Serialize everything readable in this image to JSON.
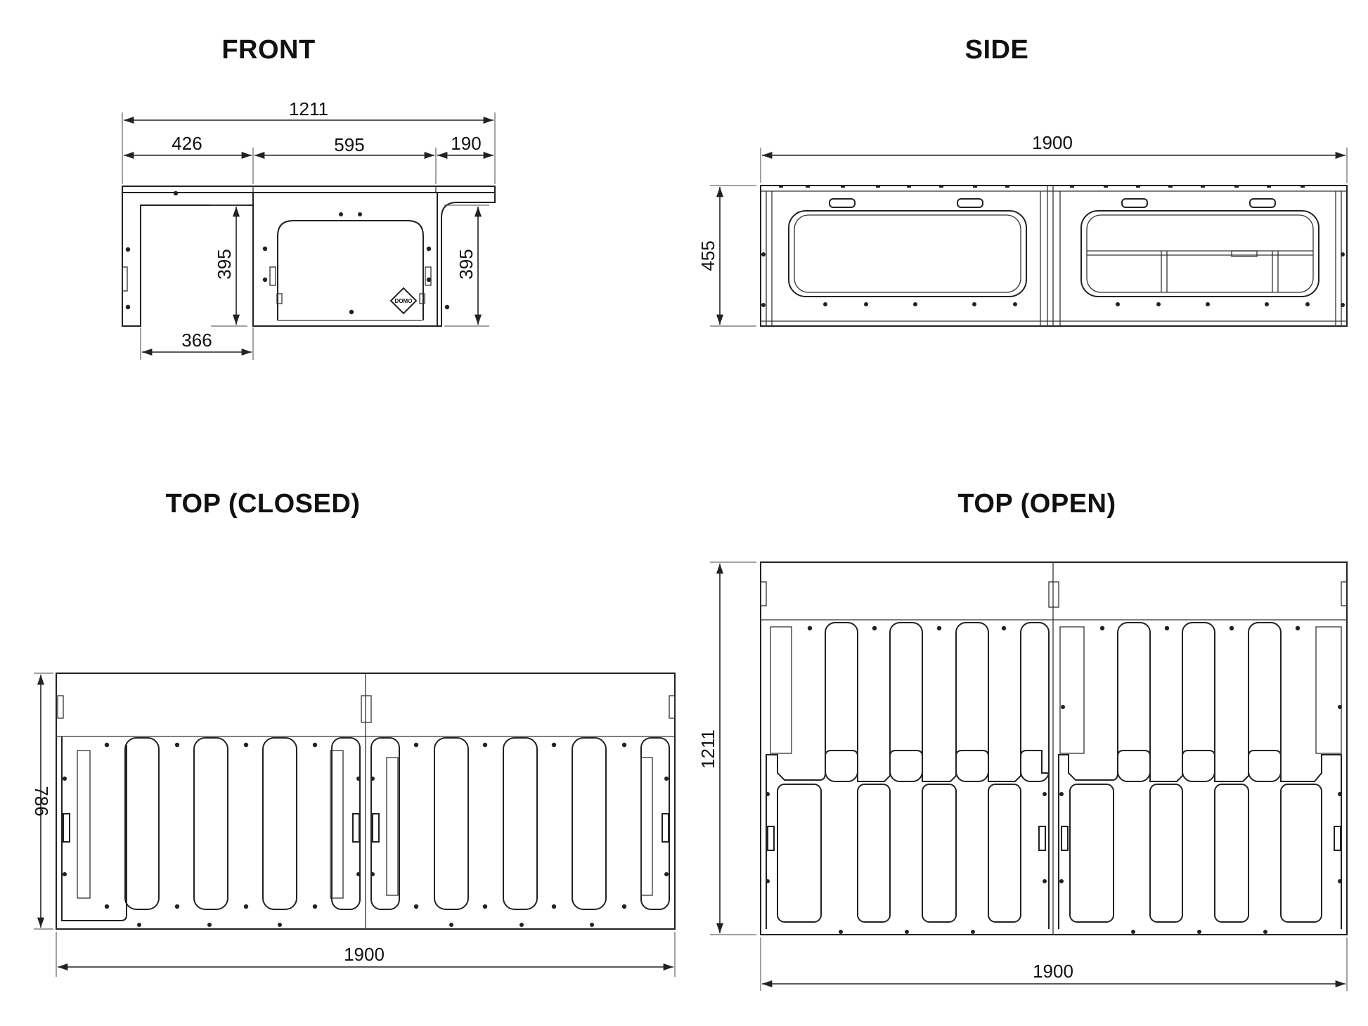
{
  "views": {
    "front": {
      "title": "FRONT"
    },
    "side": {
      "title": "SIDE"
    },
    "top_closed": {
      "title": "TOP (CLOSED)"
    },
    "top_open": {
      "title": "TOP (OPEN)"
    }
  },
  "dimensions": {
    "front_overall_width": "1211",
    "front_left_section": "426",
    "front_middle_section": "595",
    "front_right_section": "190",
    "front_left_height": "395",
    "front_right_height": "395",
    "front_bottom_width": "366",
    "side_overall_length": "1900",
    "side_height": "455",
    "top_closed_length": "1900",
    "top_closed_width": "786",
    "top_open_length": "1900",
    "top_open_width": "1211"
  },
  "logo_text": "DOMO",
  "colors": {
    "line": "#222222",
    "background": "#ffffff"
  }
}
